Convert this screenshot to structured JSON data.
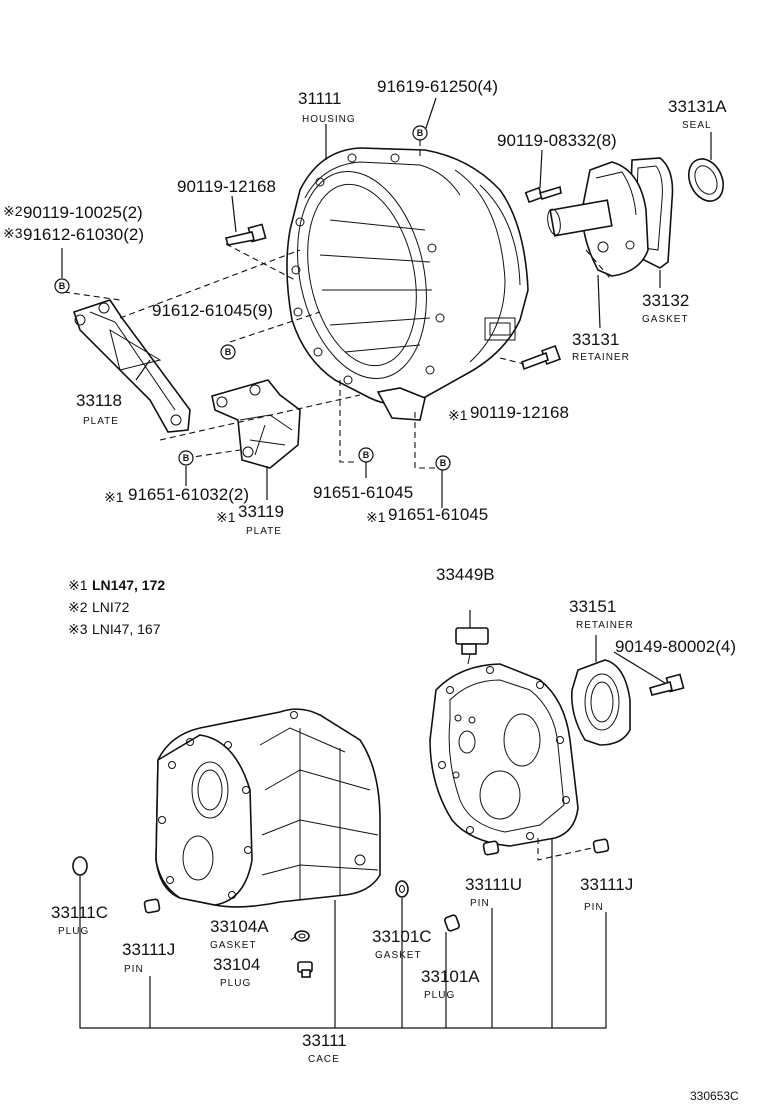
{
  "callouts": [
    {
      "id": "31111",
      "part": "31111",
      "name": "HOUSING"
    },
    {
      "id": "91619",
      "part": "91619-61250(4)",
      "name": ""
    },
    {
      "id": "33131A",
      "part": "33131A",
      "name": "SEAL"
    },
    {
      "id": "90119-08332",
      "part": "90119-08332(8)",
      "name": ""
    },
    {
      "id": "90119-12168a",
      "part": "90119-12168",
      "name": ""
    },
    {
      "id": "90119-10025",
      "part": "90119-10025(2)",
      "name": ""
    },
    {
      "id": "91612-61030",
      "part": "91612-61030(2)",
      "name": ""
    },
    {
      "id": "91612-61045",
      "part": "91612-61045(9)",
      "name": ""
    },
    {
      "id": "33132",
      "part": "33132",
      "name": "GASKET"
    },
    {
      "id": "33131",
      "part": "33131",
      "name": "RETAINER"
    },
    {
      "id": "33118",
      "part": "33118",
      "name": "PLATE"
    },
    {
      "id": "90119-12168b",
      "part": "90119-12168",
      "name": ""
    },
    {
      "id": "91651-61032",
      "part": "91651-61032(2)",
      "name": ""
    },
    {
      "id": "91651-61045a",
      "part": "91651-61045",
      "name": ""
    },
    {
      "id": "33119",
      "part": "33119",
      "name": "PLATE"
    },
    {
      "id": "91651-61045b",
      "part": "91651-61045",
      "name": ""
    },
    {
      "id": "33449B",
      "part": "33449B",
      "name": ""
    },
    {
      "id": "33151",
      "part": "33151",
      "name": "RETAINER"
    },
    {
      "id": "90149",
      "part": "90149-80002(4)",
      "name": ""
    },
    {
      "id": "33111C",
      "part": "33111C",
      "name": "PLUG"
    },
    {
      "id": "33104A",
      "part": "33104A",
      "name": "GASKET"
    },
    {
      "id": "33111J-left",
      "part": "33111J",
      "name": "PIN"
    },
    {
      "id": "33104",
      "part": "33104",
      "name": "PLUG"
    },
    {
      "id": "33101C",
      "part": "33101C",
      "name": "GASKET"
    },
    {
      "id": "33111U",
      "part": "33111U",
      "name": "PIN"
    },
    {
      "id": "33111J-right",
      "part": "33111J",
      "name": "PIN"
    },
    {
      "id": "33101A",
      "part": "33101A",
      "name": "PLUG"
    },
    {
      "id": "33111",
      "part": "33111",
      "name": "CACE"
    }
  ],
  "marks": {
    "ref_mark": "※1",
    "ref_mark2": "※2",
    "ref_mark3": "※3",
    "b_symbol": "B"
  },
  "notes": [
    {
      "mark": "※1",
      "text": "LN147, 172"
    },
    {
      "mark": "※2",
      "text": "LNI72"
    },
    {
      "mark": "※3",
      "text": "LNI47, 167"
    }
  ],
  "figure_code": "330653C"
}
